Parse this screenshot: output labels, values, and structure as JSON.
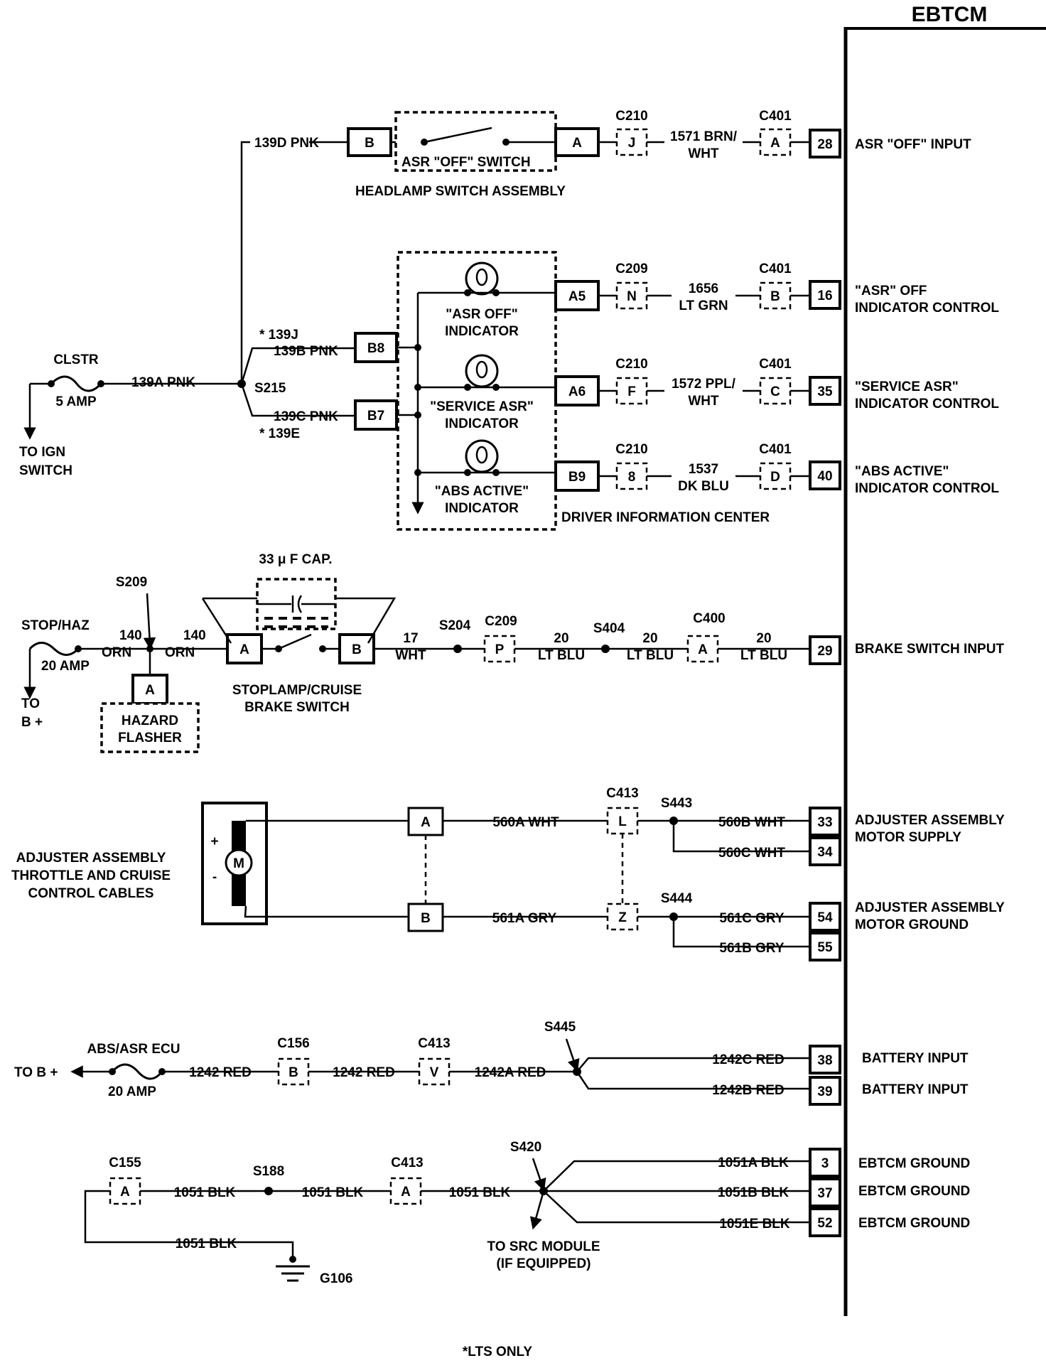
{
  "module": "EBTCM",
  "footnote": "*LTS ONLY",
  "pins": [
    {
      "num": "28",
      "label1": "ASR \"OFF\" INPUT",
      "label2": ""
    },
    {
      "num": "16",
      "label1": "\"ASR\" OFF",
      "label2": "INDICATOR CONTROL"
    },
    {
      "num": "35",
      "label1": "\"SERVICE ASR\"",
      "label2": "INDICATOR CONTROL"
    },
    {
      "num": "40",
      "label1": "\"ABS ACTIVE\"",
      "label2": "INDICATOR CONTROL"
    },
    {
      "num": "29",
      "label1": "BRAKE SWITCH INPUT",
      "label2": ""
    },
    {
      "num": "33",
      "label1": "ADJUSTER ASSEMBLY",
      "label2": "MOTOR SUPPLY"
    },
    {
      "num": "34",
      "label1": "",
      "label2": ""
    },
    {
      "num": "54",
      "label1": "ADJUSTER ASSEMBLY",
      "label2": "MOTOR GROUND"
    },
    {
      "num": "55",
      "label1": "",
      "label2": ""
    },
    {
      "num": "38",
      "label1": "BATTERY INPUT",
      "label2": ""
    },
    {
      "num": "39",
      "label1": "BATTERY INPUT",
      "label2": ""
    },
    {
      "num": "3",
      "label1": "EBTCM GROUND",
      "label2": ""
    },
    {
      "num": "37",
      "label1": "EBTCM GROUND",
      "label2": ""
    },
    {
      "num": "52",
      "label1": "EBTCM GROUND",
      "label2": ""
    }
  ],
  "power": {
    "fuse_name": "CLSTR",
    "fuse_rating": "5 AMP",
    "source": [
      "TO IGN",
      "SWITCH"
    ],
    "wire_139a": "139A PNK",
    "splice": "S215",
    "wire_139d": "139D PNK",
    "wire_139j": "* 139J",
    "wire_139b": "139B PNK",
    "wire_139c": "139C PNK",
    "wire_139e": "* 139E"
  },
  "headlamp": {
    "conn_b": "B",
    "conn_a": "A",
    "switch_label": "ASR \"OFF\" SWITCH",
    "assembly": "HEADLAMP SWITCH ASSEMBLY",
    "c1": "C210",
    "c1_pin": "J",
    "wire1": "1571 BRN/",
    "wire2": "WHT",
    "c2": "C401",
    "c2_pin": "A"
  },
  "dic": {
    "name": "DRIVER INFORMATION CENTER",
    "conn_b8": "B8",
    "conn_b7": "B7",
    "rows": [
      {
        "lamp1": "\"ASR OFF\"",
        "lamp2": "INDICATOR",
        "conn": "A5",
        "c1": "C209",
        "c1_pin": "N",
        "w1": "1656",
        "w2": "LT GRN",
        "c2": "C401",
        "c2_pin": "B"
      },
      {
        "lamp1": "\"SERVICE ASR\"",
        "lamp2": "INDICATOR",
        "conn": "A6",
        "c1": "C210",
        "c1_pin": "F",
        "w1": "1572 PPL/",
        "w2": "WHT",
        "c2": "C401",
        "c2_pin": "C"
      },
      {
        "lamp1": "\"ABS ACTIVE\"",
        "lamp2": "INDICATOR",
        "conn": "B9",
        "c1": "C210",
        "c1_pin": "8",
        "w1": "1537",
        "w2": "DK BLU",
        "c2": "C401",
        "c2_pin": "D"
      }
    ]
  },
  "brake": {
    "fuse_name": "STOP/HAZ",
    "fuse_rating": "20 AMP",
    "source1": "TO",
    "source2": "B +",
    "splice": "S209",
    "w140a": "140",
    "w140b": "ORN",
    "cap": "33 μ F CAP.",
    "hazard_conn": "A",
    "hazard1": "HAZARD",
    "hazard2": "FLASHER",
    "sw_a": "A",
    "sw_b": "B",
    "sw1": "STOPLAMP/CRUISE",
    "sw2": "BRAKE SWITCH",
    "w17": "17",
    "wht": "WHT",
    "s204": "S204",
    "c209": "C209",
    "c209_pin": "P",
    "w20": "20",
    "ltblu": "LT BLU",
    "s404": "S404",
    "c400": "C400",
    "c400_pin": "A"
  },
  "adjuster": {
    "label1": "ADJUSTER ASSEMBLY",
    "label2": "THROTTLE AND CRUISE",
    "label3": "CONTROL CABLES",
    "motor": "M",
    "plus": "+",
    "minus": "-",
    "conn_a": "A",
    "conn_b": "B",
    "w560a": "560A WHT",
    "w561a": "561A GRY",
    "c413": "C413",
    "c413_l": "L",
    "c413_z": "Z",
    "s443": "S443",
    "s444": "S444",
    "w560b": "560B WHT",
    "w560c": "560C WHT",
    "w561c": "561C GRY",
    "w561b": "561B GRY"
  },
  "battery": {
    "fuse_name": "ABS/ASR ECU",
    "fuse_rating": "20 AMP",
    "source": "TO B +",
    "w1242": "1242 RED",
    "c156": "C156",
    "c156_pin": "B",
    "c413": "C413",
    "c413_pin": "V",
    "w1242a": "1242A RED",
    "s445": "S445",
    "w1242c": "1242C RED",
    "w1242b": "1242B RED"
  },
  "ground": {
    "c155": "C155",
    "c155_pin": "A",
    "w1051": "1051 BLK",
    "s188": "S188",
    "c413": "C413",
    "c413_pin": "A",
    "s420": "S420",
    "w1051a": "1051A BLK",
    "w1051b": "1051B BLK",
    "w1051e": "1051E BLK",
    "g106": "G106",
    "src1": "TO SRC MODULE",
    "src2": "(IF EQUIPPED)"
  }
}
